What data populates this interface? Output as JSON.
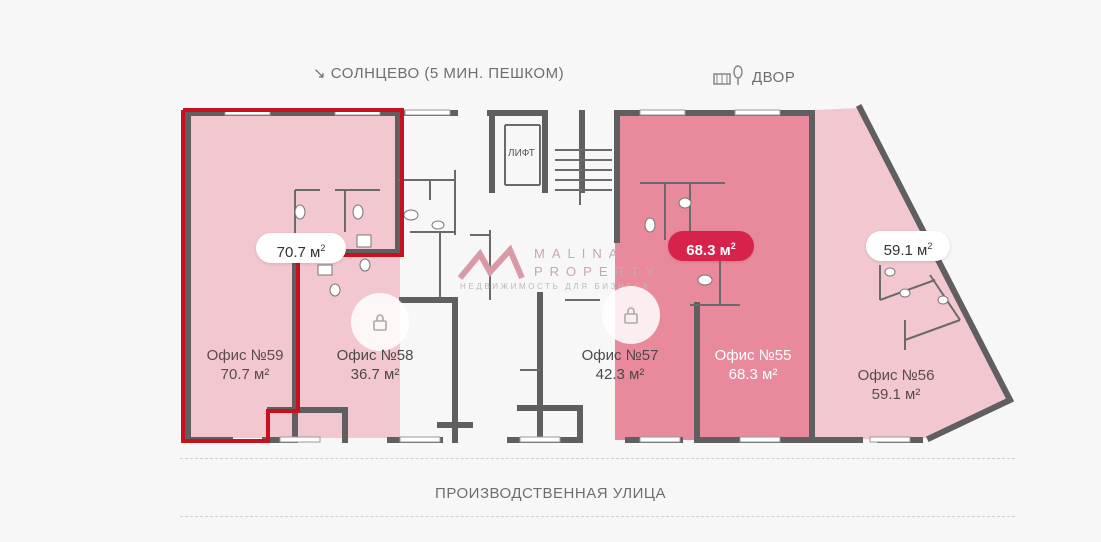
{
  "header": {
    "left_label": "↘ СОЛНЦЕВО (5 МИН. ПЕШКОМ)",
    "right_label": "ДВОР",
    "right_icon": "yard-icon"
  },
  "footer": {
    "street_label": "ПРОИЗВОДСТВЕННАЯ УЛИЦА"
  },
  "elevator_label": "ЛИФТ",
  "logo": {
    "line1": "MALINA",
    "line2": "PROPERTY",
    "tagline": "НЕДВИЖИМОСТЬ ДЛЯ БИЗНЕСА"
  },
  "offices": [
    {
      "name": "Офис №59",
      "area": "70.7 м²",
      "badge": "70.7 м",
      "state": "selected"
    },
    {
      "name": "Офис №58",
      "area": "36.7 м²",
      "state": "locked"
    },
    {
      "name": "Офис №57",
      "area": "42.3 м²",
      "state": "locked"
    },
    {
      "name": "Офис №55",
      "area": "68.3 м²",
      "badge": "68.3 м",
      "state": "active"
    },
    {
      "name": "Офис №56",
      "area": "59.1 м²",
      "badge": "59.1 м",
      "state": "available"
    }
  ],
  "badge_sup": "2",
  "colors": {
    "accent": "#d7234c",
    "selected_outline": "#c8101e",
    "pink_strong": "#e98a9c",
    "pink_light": "#f3c7cf",
    "wall": "#5f5f5f"
  }
}
